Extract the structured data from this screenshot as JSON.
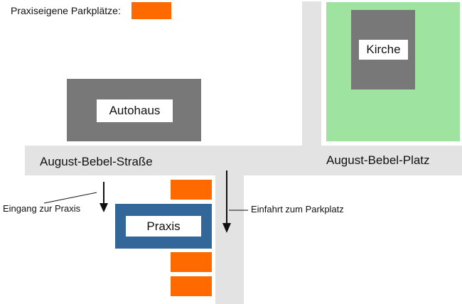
{
  "legend": {
    "label": "Praxiseigene Parkplätze:"
  },
  "colors": {
    "parking": "#ff6a00",
    "road": "#e3e3e3",
    "building": "#787878",
    "park": "#9ee3a0",
    "praxis": "#336699"
  },
  "buildings": {
    "autohaus": "Autohaus",
    "kirche": "Kirche",
    "praxis": "Praxis"
  },
  "streets": {
    "main": "August-Bebel-Straße",
    "square": "August-Bebel-Platz"
  },
  "annotations": {
    "entrance": "Eingang zur Praxis",
    "driveway": "Einfahrt zum Parkplatz"
  }
}
